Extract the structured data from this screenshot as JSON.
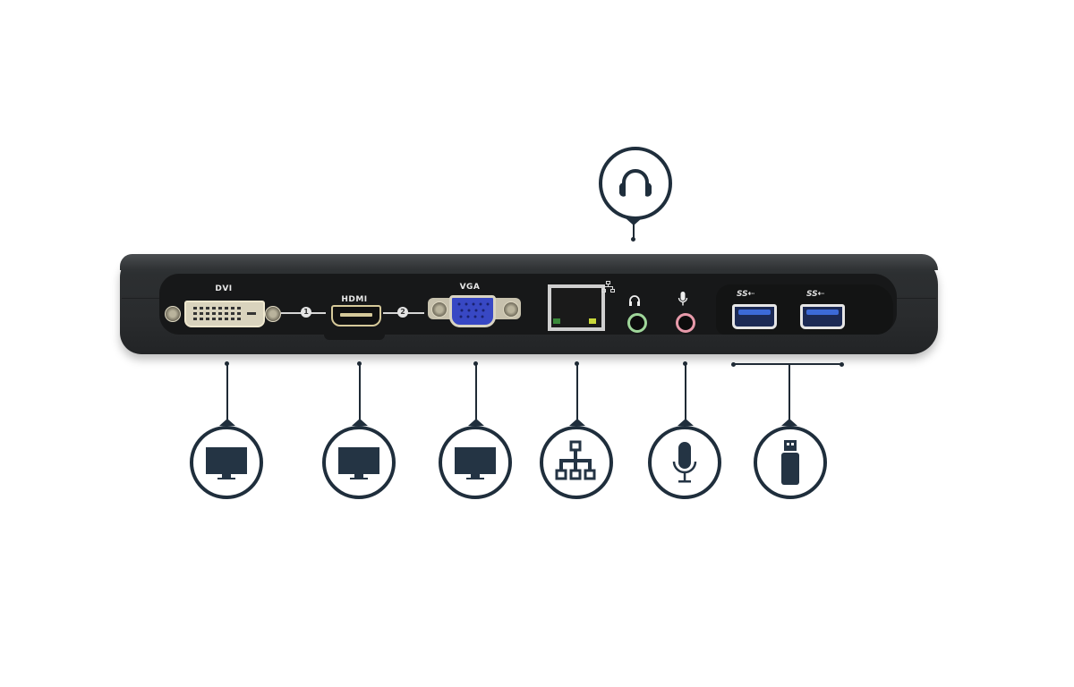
{
  "product": {
    "name": "USB 3.0 docking station rear port panel",
    "body_color": "#2c2f31",
    "icon_color": "#1f2e3c"
  },
  "ports": {
    "dvi": {
      "label": "DVI",
      "number": "1"
    },
    "hdmi": {
      "label": "HDMI",
      "number": "2"
    },
    "vga": {
      "label": "VGA"
    },
    "ethernet": {
      "label": "network-symbol"
    },
    "headphone": {
      "label": "headphone-symbol",
      "jack_color": "#8fcf8a"
    },
    "microphone": {
      "label": "microphone-symbol",
      "jack_color": "#e79aaa"
    },
    "usb": [
      {
        "label": "SS⇠"
      },
      {
        "label": "SS⇠"
      }
    ]
  },
  "callouts": [
    {
      "id": "headphones",
      "icon": "headphones-icon"
    },
    {
      "id": "dvi-monitor",
      "icon": "monitor-icon"
    },
    {
      "id": "hdmi-monitor",
      "icon": "monitor-icon"
    },
    {
      "id": "vga-monitor",
      "icon": "monitor-icon"
    },
    {
      "id": "network",
      "icon": "network-icon"
    },
    {
      "id": "microphone",
      "icon": "microphone-icon"
    },
    {
      "id": "usb-drive",
      "icon": "usb-drive-icon"
    }
  ]
}
